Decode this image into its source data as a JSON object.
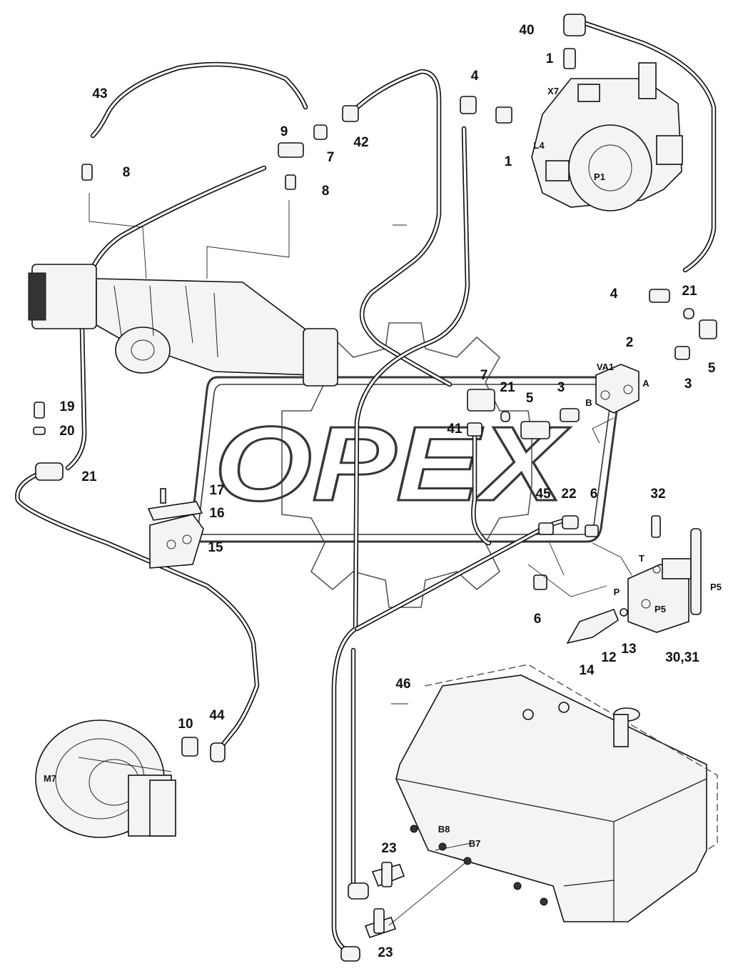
{
  "watermark": "OPEX",
  "callouts": [
    {
      "id": "40",
      "text": "40"
    },
    {
      "id": "1a",
      "text": "1"
    },
    {
      "id": "x7",
      "text": "X7"
    },
    {
      "id": "4a",
      "text": "4"
    },
    {
      "id": "1b",
      "text": "1"
    },
    {
      "id": "l4",
      "text": "L4"
    },
    {
      "id": "p1",
      "text": "P1"
    },
    {
      "id": "43",
      "text": "43"
    },
    {
      "id": "9",
      "text": "9"
    },
    {
      "id": "7a",
      "text": "7"
    },
    {
      "id": "42",
      "text": "42"
    },
    {
      "id": "8a",
      "text": "8"
    },
    {
      "id": "8b",
      "text": "8"
    },
    {
      "id": "4b",
      "text": "4"
    },
    {
      "id": "21a",
      "text": "21"
    },
    {
      "id": "5a",
      "text": "5"
    },
    {
      "id": "2",
      "text": "2"
    },
    {
      "id": "va1",
      "text": "VA1"
    },
    {
      "id": "A",
      "text": "A"
    },
    {
      "id": "3a",
      "text": "3"
    },
    {
      "id": "B",
      "text": "B"
    },
    {
      "id": "7b",
      "text": "7"
    },
    {
      "id": "21b",
      "text": "21"
    },
    {
      "id": "5b",
      "text": "5"
    },
    {
      "id": "3b",
      "text": "3"
    },
    {
      "id": "41",
      "text": "41"
    },
    {
      "id": "19",
      "text": "19"
    },
    {
      "id": "20",
      "text": "20"
    },
    {
      "id": "21c",
      "text": "21"
    },
    {
      "id": "17",
      "text": "17"
    },
    {
      "id": "16",
      "text": "16"
    },
    {
      "id": "15",
      "text": "15"
    },
    {
      "id": "45",
      "text": "45"
    },
    {
      "id": "22",
      "text": "22"
    },
    {
      "id": "6a",
      "text": "6"
    },
    {
      "id": "32",
      "text": "32"
    },
    {
      "id": "T",
      "text": "T"
    },
    {
      "id": "p5a",
      "text": "P5"
    },
    {
      "id": "P",
      "text": "P"
    },
    {
      "id": "p5b",
      "text": "P5"
    },
    {
      "id": "6b",
      "text": "6"
    },
    {
      "id": "13",
      "text": "13"
    },
    {
      "id": "12",
      "text": "12"
    },
    {
      "id": "14",
      "text": "14"
    },
    {
      "id": "3031",
      "text": "30,31"
    },
    {
      "id": "46",
      "text": "46"
    },
    {
      "id": "10",
      "text": "10"
    },
    {
      "id": "44",
      "text": "44"
    },
    {
      "id": "m7",
      "text": "M7"
    },
    {
      "id": "b8",
      "text": "B8"
    },
    {
      "id": "b7",
      "text": "B7"
    },
    {
      "id": "23a",
      "text": "23"
    },
    {
      "id": "23b",
      "text": "23"
    }
  ]
}
